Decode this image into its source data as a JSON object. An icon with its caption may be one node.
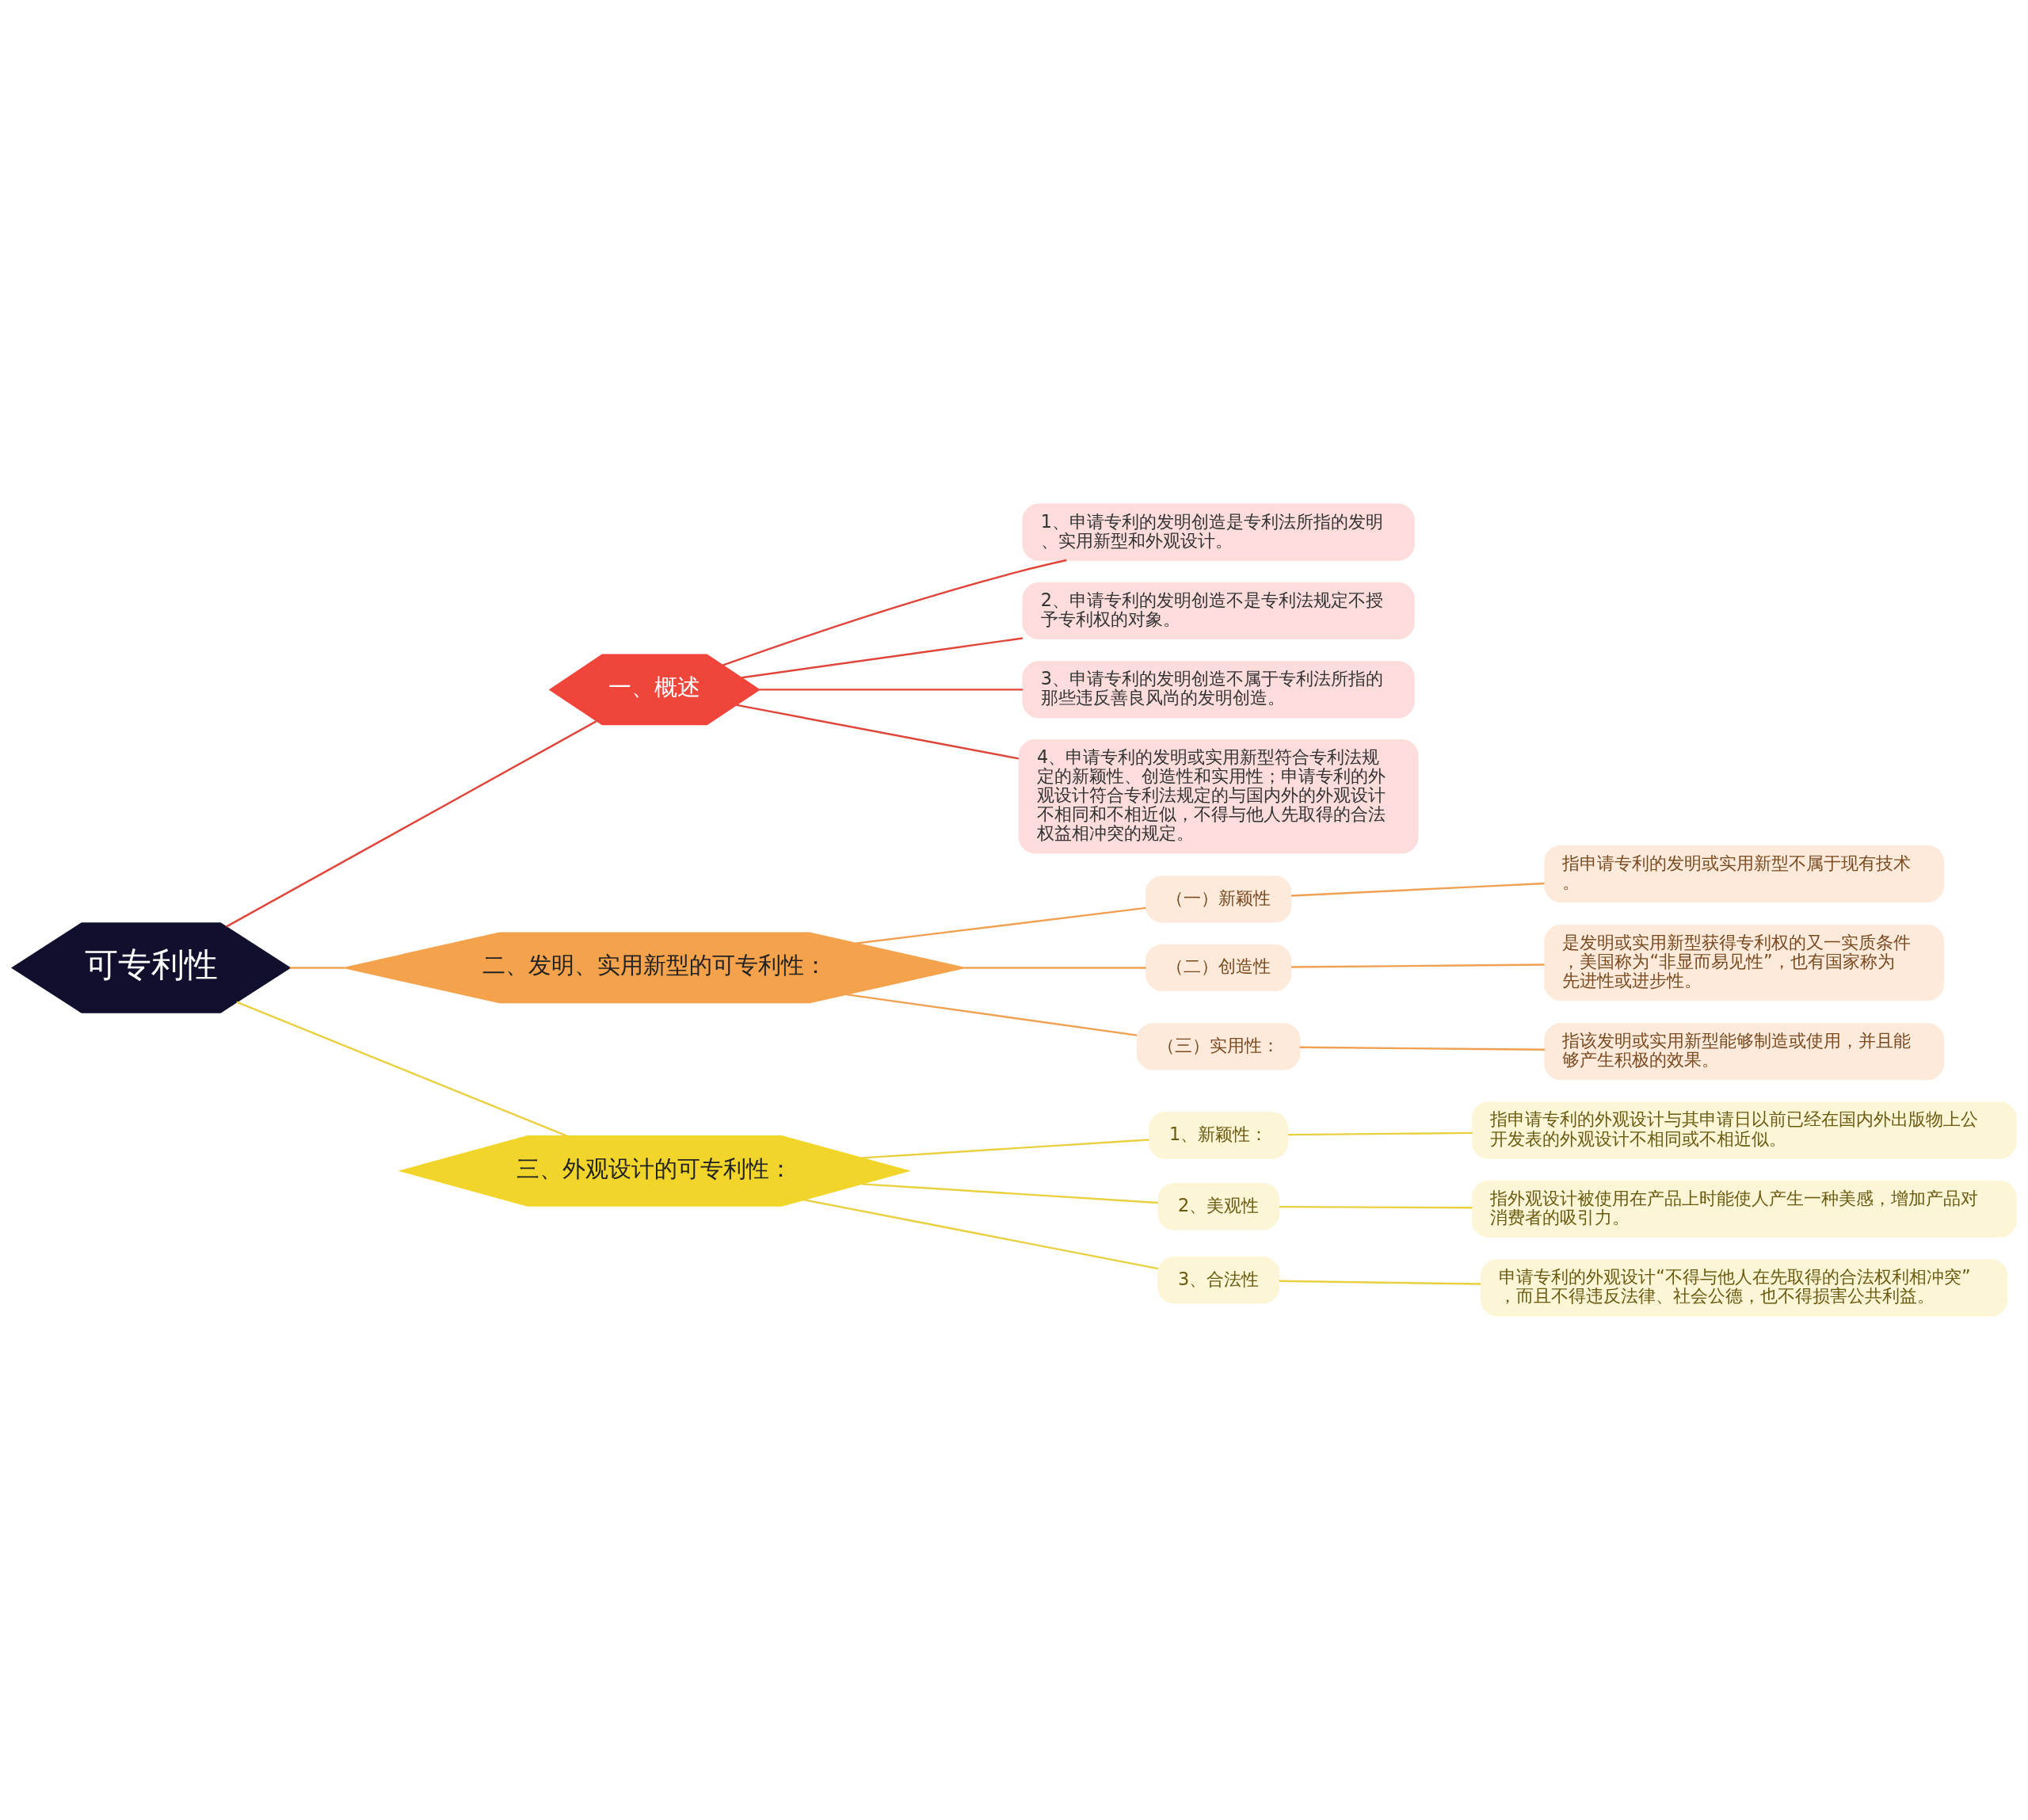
{
  "diagram": {
    "nodes": [
      {
        "text": [
          "可专利性"
        ]
      },
      {
        "text": [
          "一、概述"
        ]
      },
      {
        "text": [
          "1、申请专利的发明创造是专利法所指的发明、实用新型和外观设计。"
        ]
      },
      {
        "text": [
          "2、申请专利的发明创造不是专利法规定不授予专利权的对象。"
        ]
      },
      {
        "text": [
          "3、申请专利的发明创造不属于专利法所指的那些违反善良风尚的发明创造。"
        ]
      },
      {
        "text": [
          "4、申请专利的发明或实用新型符合专利法规定的新颖性、创造性和实用性；申请专利的外观设计符合专利法规定的与国内外的外观设计不相同和不相近似，不得与他人先取得的合法权益相冲突的规定。"
        ]
      },
      {
        "text": [
          "二、发明、实用新型的可专利性："
        ]
      },
      {
        "text": [
          "（一）新颖性"
        ]
      },
      {
        "text": [
          "指申请专利的发明或实用新型不属于现有技术。"
        ]
      },
      {
        "text": [
          "（二）创造性"
        ]
      },
      {
        "text": [
          "是发明或实用新型获得专利权的又一实质条件，美国称为“非显而易见性”，也有国家称为先进性或进步性。"
        ]
      },
      {
        "text": [
          "（三）实用性："
        ]
      },
      {
        "text": [
          "指该发明或实用新型能够制造或使用，并且能够产生积极的效果。"
        ]
      },
      {
        "text": [
          "三、外观设计的可专利性："
        ]
      },
      {
        "text": [
          "1、新颖性："
        ]
      },
      {
        "text": [
          "指申请专利的外观设计与其申请日以前已经在国内外出版物上公开发表的外观设计不相同或不相近似。"
        ]
      },
      {
        "text": [
          "2、美观性"
        ]
      },
      {
        "text": [
          "指外观设计被使用在产品上时能使人产生一种美感，增加产品对消费者的吸引力。"
        ]
      },
      {
        "text": [
          "3、合法性"
        ]
      },
      {
        "text": [
          "申请专利的外观设计“不得与他人在先取得的合法权利相冲突”，而且不得违反法律、社会公德，也不得损害公共利益。"
        ]
      }
    ],
    "edges": [
      {
        "from": 0,
        "to": 1,
        "arrow": "none",
        "color": "#e0453a"
      },
      {
        "from": 1,
        "to": 2,
        "arrow": "none",
        "color": "#e0453a"
      },
      {
        "from": 1,
        "to": 3,
        "arrow": "none",
        "color": "#e0453a"
      },
      {
        "from": 1,
        "to": 4,
        "arrow": "none",
        "color": "#e0453a"
      },
      {
        "from": 1,
        "to": 5,
        "arrow": "none",
        "color": "#e0453a"
      },
      {
        "from": 0,
        "to": 6,
        "arrow": "none",
        "color": "#f0a050"
      },
      {
        "from": 6,
        "to": 7,
        "arrow": "none",
        "color": "#f0a050"
      },
      {
        "from": 6,
        "to": 9,
        "arrow": "none",
        "color": "#f0a050"
      },
      {
        "from": 6,
        "to": 11,
        "arrow": "none",
        "color": "#f0a050"
      },
      {
        "from": 7,
        "to": 8,
        "arrow": "none",
        "color": "#f0a050"
      },
      {
        "from": 9,
        "to": 10,
        "arrow": "none",
        "color": "#f0a050"
      },
      {
        "from": 11,
        "to": 12,
        "arrow": "none",
        "color": "#f0a050"
      },
      {
        "from": 0,
        "to": 13,
        "arrow": "none",
        "color": "#e8d040"
      },
      {
        "from": 13,
        "to": 14,
        "arrow": "none",
        "color": "#e8d040"
      },
      {
        "from": 13,
        "to": 16,
        "arrow": "none",
        "color": "#e8d040"
      },
      {
        "from": 13,
        "to": 18,
        "arrow": "none",
        "color": "#e8d040"
      },
      {
        "from": 14,
        "to": 15,
        "arrow": "none",
        "color": "#e8d040"
      },
      {
        "from": 16,
        "to": 17,
        "arrow": "none",
        "color": "#e8d040"
      },
      {
        "from": 18,
        "to": 19,
        "arrow": "none",
        "color": "#e8d040"
      }
    ]
  }
}
